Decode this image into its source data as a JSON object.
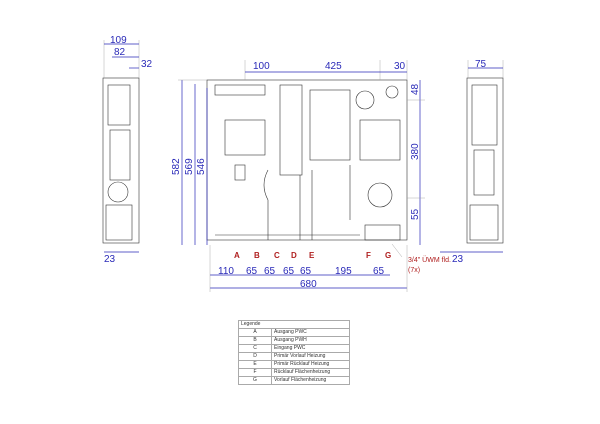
{
  "dimensions": {
    "left_view": {
      "top_total": "109",
      "top_mid": "82",
      "top_right": "32",
      "bottom": "23"
    },
    "front_view": {
      "top": [
        "100",
        "425",
        "30"
      ],
      "left_heights": [
        "582",
        "569",
        "546"
      ],
      "right_heights": [
        "48",
        "380",
        "55"
      ],
      "bottom_spacing": [
        "110",
        "65",
        "65",
        "65",
        "65",
        "195",
        "65"
      ],
      "total_width": "680"
    },
    "right_view": {
      "top": "75",
      "bottom": "23"
    }
  },
  "connections": [
    "A",
    "B",
    "C",
    "D",
    "E",
    "F",
    "G"
  ],
  "note": {
    "line1": "3/4\" ÜWM fld.",
    "line2": "(7x)"
  },
  "legend": {
    "title": "Legende",
    "rows": [
      {
        "key": "A",
        "label": "Ausgang PWC"
      },
      {
        "key": "B",
        "label": "Ausgang PWH"
      },
      {
        "key": "C",
        "label": "Eingang PWC"
      },
      {
        "key": "D",
        "label": "Primär Vorlauf Heizung"
      },
      {
        "key": "E",
        "label": "Primär Rücklauf Heizung"
      },
      {
        "key": "F",
        "label": "Rücklauf Flächenheizung"
      },
      {
        "key": "G",
        "label": "Vorlauf Flächenheizung"
      }
    ]
  }
}
